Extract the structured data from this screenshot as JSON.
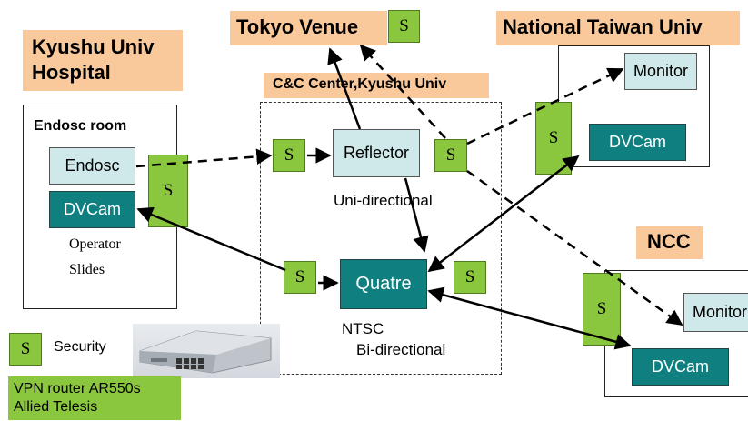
{
  "sites": {
    "kyushu_hospital": "Kyushu Univ\nHospital",
    "tokyo_venue": "Tokyo Venue",
    "national_taiwan": "National Taiwan Univ",
    "cc_center": "C&C Center,Kyushu Univ",
    "ncc": "NCC"
  },
  "endosc_room": {
    "title": "Endosc room",
    "endosc": "Endosc",
    "dvcam": "DVCam",
    "operator": "Operator",
    "slides": "Slides"
  },
  "center": {
    "reflector": "Reflector",
    "uni_directional": "Uni-directional",
    "quatre": "Quatre",
    "ntsc": "NTSC",
    "bi_directional": "Bi-directional"
  },
  "taiwan": {
    "monitor": "Monitor",
    "dvcam": "DVCam"
  },
  "ncc_site": {
    "monitor": "Monitor",
    "dvcam": "DVCam"
  },
  "s_label": "S",
  "legend": {
    "security": "Security",
    "router": "VPN router AR550s\nAllied Telesis"
  },
  "colors": {
    "peach": "#f9c89b",
    "green": "#8bc63f",
    "teal": "#0f7f7f",
    "light_blue": "#cfe8ea"
  }
}
